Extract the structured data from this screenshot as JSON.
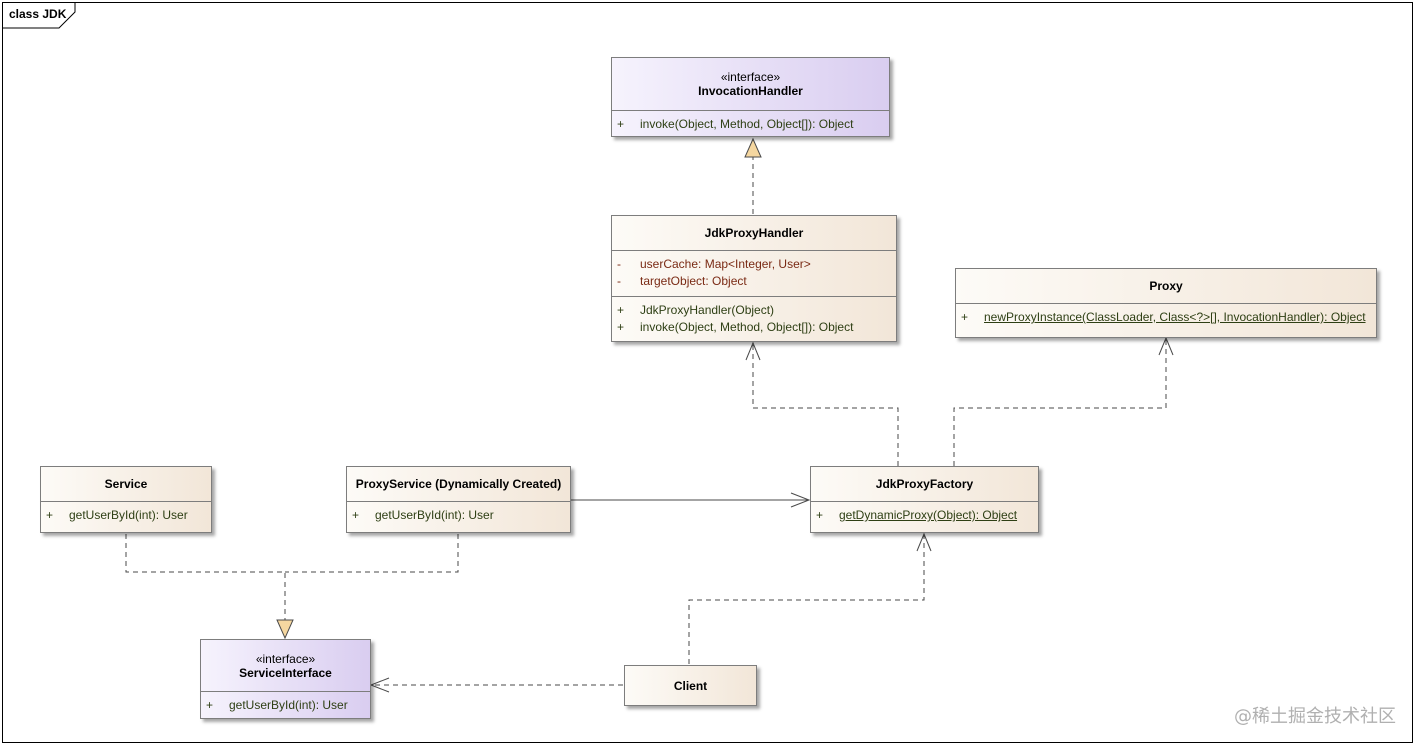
{
  "frame": {
    "label": "class JDK"
  },
  "classes": {
    "invocation_handler": {
      "stereotype": "«interface»",
      "name": "InvocationHandler",
      "operations": [
        {
          "vis": "+",
          "text": "invoke(Object, Method, Object[]): Object"
        }
      ]
    },
    "jdk_proxy_handler": {
      "name": "JdkProxyHandler",
      "attributes": [
        {
          "vis": "-",
          "text": "userCache: Map<Integer, User>"
        },
        {
          "vis": "-",
          "text": "targetObject: Object"
        }
      ],
      "operations": [
        {
          "vis": "+",
          "text": "JdkProxyHandler(Object)"
        },
        {
          "vis": "+",
          "text": "invoke(Object, Method, Object[]): Object"
        }
      ]
    },
    "proxy": {
      "name": "Proxy",
      "operations": [
        {
          "vis": "+",
          "text": "newProxyInstance(ClassLoader, Class<?>[], InvocationHandler): Object"
        }
      ]
    },
    "service": {
      "name": "Service",
      "operations": [
        {
          "vis": "+",
          "text": "getUserById(int): User"
        }
      ]
    },
    "proxy_service": {
      "name": "ProxyService (Dynamically Created)",
      "operations": [
        {
          "vis": "+",
          "text": "getUserById(int): User"
        }
      ]
    },
    "jdk_proxy_factory": {
      "name": "JdkProxyFactory",
      "operations": [
        {
          "vis": "+",
          "text": "getDynamicProxy(Object): Object"
        }
      ]
    },
    "service_interface": {
      "stereotype": "«interface»",
      "name": "ServiceInterface",
      "operations": [
        {
          "vis": "+",
          "text": "getUserById(int): User"
        }
      ]
    },
    "client": {
      "name": "Client"
    }
  },
  "relationships": [
    {
      "from": "jdk_proxy_handler",
      "to": "invocation_handler",
      "kind": "realization"
    },
    {
      "from": "jdk_proxy_factory",
      "to": "jdk_proxy_handler",
      "kind": "dependency"
    },
    {
      "from": "jdk_proxy_factory",
      "to": "proxy",
      "kind": "dependency"
    },
    {
      "from": "proxy_service",
      "to": "jdk_proxy_factory",
      "kind": "association"
    },
    {
      "from": "service",
      "to": "service_interface",
      "kind": "realization"
    },
    {
      "from": "proxy_service",
      "to": "service_interface",
      "kind": "realization"
    },
    {
      "from": "client",
      "to": "service_interface",
      "kind": "dependency"
    },
    {
      "from": "client",
      "to": "jdk_proxy_factory",
      "kind": "dependency"
    }
  ],
  "colors": {
    "class_fill_end": "#f2e6d8",
    "interface_fill_end": "#d9cdf0",
    "operation_text": "#2e3f14",
    "attribute_text": "#7a2a14"
  },
  "watermark": "@稀土掘金技术社区"
}
